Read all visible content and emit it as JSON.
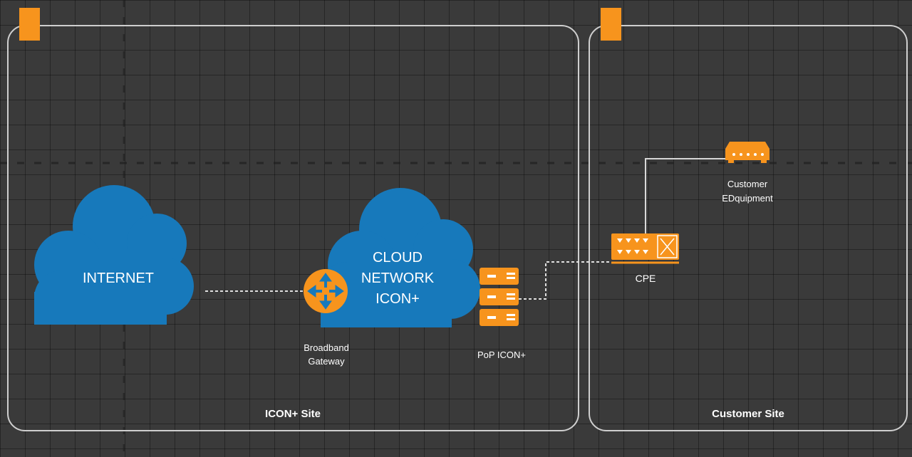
{
  "colors": {
    "background": "#3a3a3a",
    "accent_orange": "#f7941d",
    "cloud_blue": "#1779bb",
    "frame": "#cfcfcf",
    "link": "#e0e0e0",
    "text": "#ffffff"
  },
  "sites": {
    "icon_site": {
      "label": "ICON+ Site"
    },
    "customer_site": {
      "label": "Customer Site"
    }
  },
  "nodes": {
    "internet": {
      "label": "INTERNET",
      "icon": "cloud-icon"
    },
    "cloud_network": {
      "label_lines": [
        "CLOUD",
        "NETWORK",
        "ICON+"
      ],
      "icon": "cloud-icon"
    },
    "broadband_gateway": {
      "label_lines": [
        "Broadband",
        "Gateway"
      ],
      "icon": "router-icon"
    },
    "pop": {
      "label": "PoP ICON+",
      "icon": "server-stack-icon"
    },
    "cpe": {
      "label": "CPE",
      "icon": "switch-icon"
    },
    "customer_equipment": {
      "label_lines": [
        "Customer",
        "EDquipment"
      ],
      "icon": "device-icon"
    }
  }
}
